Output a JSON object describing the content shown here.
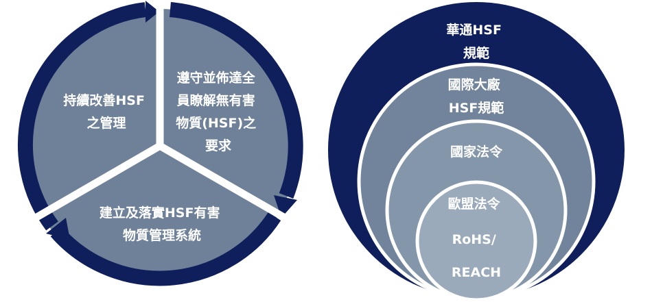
{
  "cycle": {
    "segments": [
      {
        "lines": [
          "持續改善HSF",
          "之管理"
        ]
      },
      {
        "lines": [
          "遵守並佈達全",
          "員瞭解無有害",
          "物質(HSF)之",
          "要求"
        ]
      },
      {
        "lines": [
          "建立及落實HSF有害",
          "物質管理系統"
        ]
      }
    ]
  },
  "nested": {
    "levels": [
      {
        "lines": [
          "華通HSF",
          "規範"
        ]
      },
      {
        "lines": [
          "國際大廠",
          "HSF規範"
        ]
      },
      {
        "lines": [
          "國家法令"
        ]
      },
      {
        "lines": [
          "歐盟法令",
          "RoHS/",
          "REACH"
        ]
      }
    ]
  },
  "colors": {
    "navy": "#0f1f5c",
    "segment": "#6f8198",
    "ring1": "#71849b",
    "ring2": "#8496aa",
    "ring3": "#9aaabb",
    "white": "#ffffff"
  }
}
